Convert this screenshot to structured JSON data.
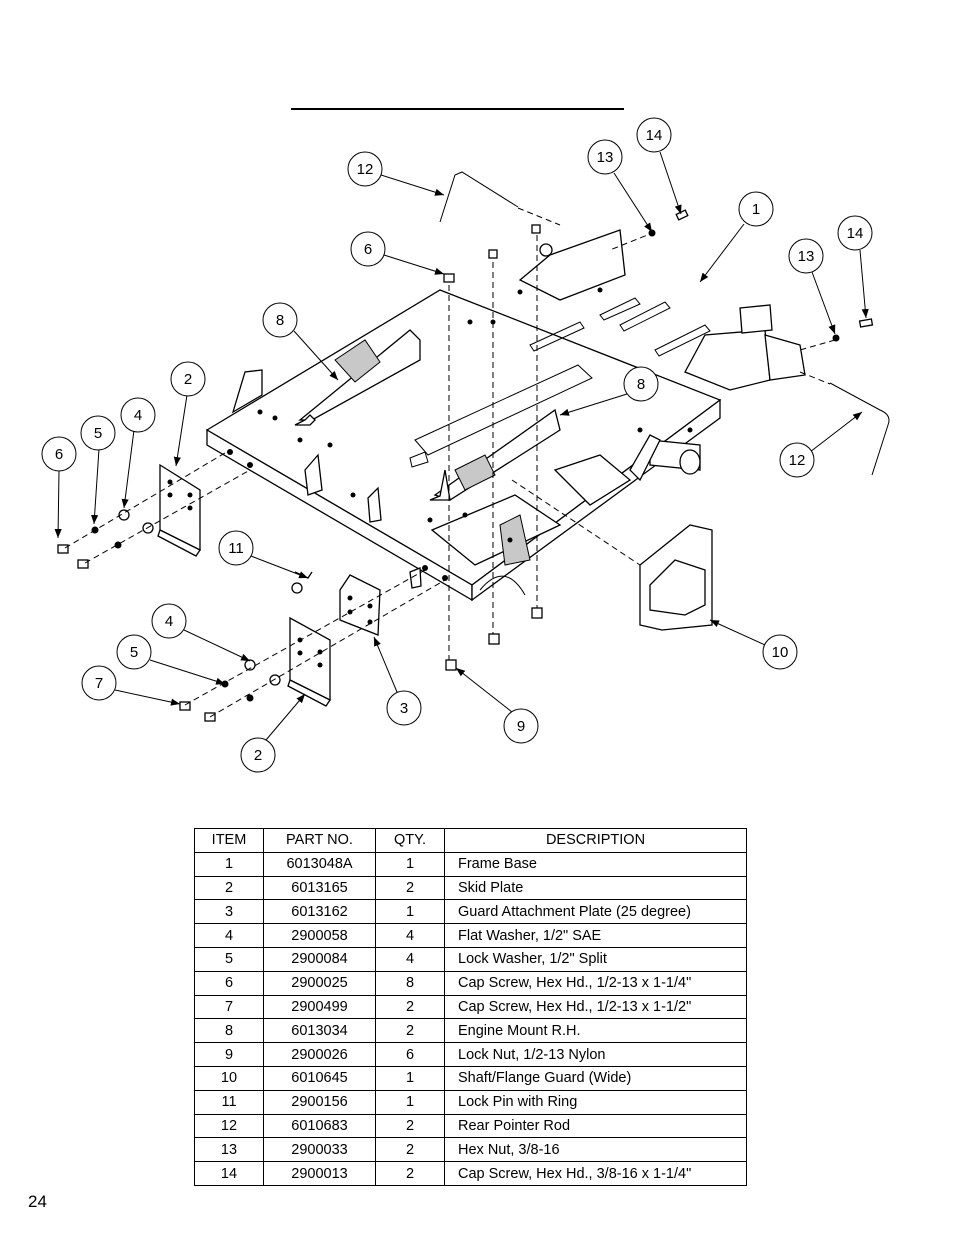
{
  "page": {
    "number": "24"
  },
  "diagram": {
    "callouts": [
      "12",
      "13",
      "14",
      "1",
      "6",
      "13",
      "14",
      "8",
      "8",
      "12",
      "2",
      "4",
      "5",
      "6",
      "11",
      "4",
      "5",
      "7",
      "3",
      "2",
      "9",
      "10"
    ]
  },
  "table": {
    "headers": [
      "ITEM",
      "PART NO.",
      "QTY.",
      "DESCRIPTION"
    ],
    "rows": [
      [
        "1",
        "6013048A",
        "1",
        "Frame Base"
      ],
      [
        "2",
        "6013165",
        "2",
        "Skid Plate"
      ],
      [
        "3",
        "6013162",
        "1",
        "Guard Attachment Plate (25 degree)"
      ],
      [
        "4",
        "2900058",
        "4",
        "Flat Washer, 1/2\" SAE"
      ],
      [
        "5",
        "2900084",
        "4",
        "Lock Washer, 1/2\" Split"
      ],
      [
        "6",
        "2900025",
        "8",
        "Cap Screw, Hex Hd., 1/2-13 x 1-1/4\""
      ],
      [
        "7",
        "2900499",
        "2",
        "Cap Screw, Hex Hd., 1/2-13 x 1-1/2\""
      ],
      [
        "8",
        "6013034",
        "2",
        "Engine Mount R.H."
      ],
      [
        "9",
        "2900026",
        "6",
        "Lock Nut, 1/2-13 Nylon"
      ],
      [
        "10",
        "6010645",
        "1",
        "Shaft/Flange Guard (Wide)"
      ],
      [
        "11",
        "2900156",
        "1",
        "Lock Pin with Ring"
      ],
      [
        "12",
        "6010683",
        "2",
        "Rear Pointer Rod"
      ],
      [
        "13",
        "2900033",
        "2",
        "Hex Nut, 3/8-16"
      ],
      [
        "14",
        "2900013",
        "2",
        "Cap Screw, Hex Hd., 3/8-16 x 1-1/4\""
      ]
    ]
  }
}
